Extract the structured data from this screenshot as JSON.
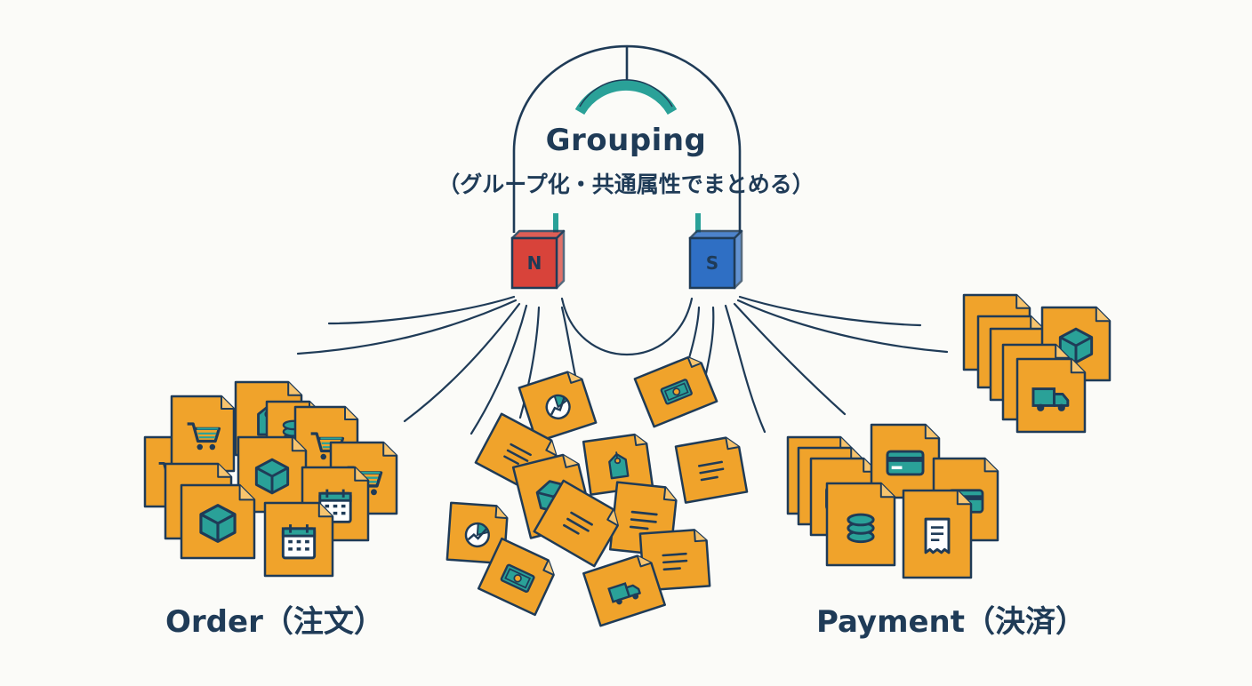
{
  "header": {
    "title": "Grouping",
    "subtitle": "（グループ化・共通属性でまとめる）"
  },
  "magnet": {
    "north_label": "N",
    "south_label": "S",
    "north_color": "#d8433a",
    "south_color": "#2f6fc4",
    "arc_color": "#2aa198"
  },
  "groups": {
    "order_label": "Order（注文）",
    "payment_label": "Payment（決済）"
  },
  "colors": {
    "document": "#f0a32b",
    "outline": "#1f3b57",
    "accent": "#2aa198"
  },
  "icons": {
    "cart": "cart-icon",
    "tag": "price-tag-icon",
    "coins": "coins-icon",
    "box": "box-icon",
    "calendar": "calendar-icon",
    "cash": "banknote-icon",
    "card": "credit-card-icon",
    "receipt": "receipt-icon",
    "truck": "truck-icon",
    "chart": "pie-chart-icon",
    "memo": "memo-lines-icon"
  }
}
